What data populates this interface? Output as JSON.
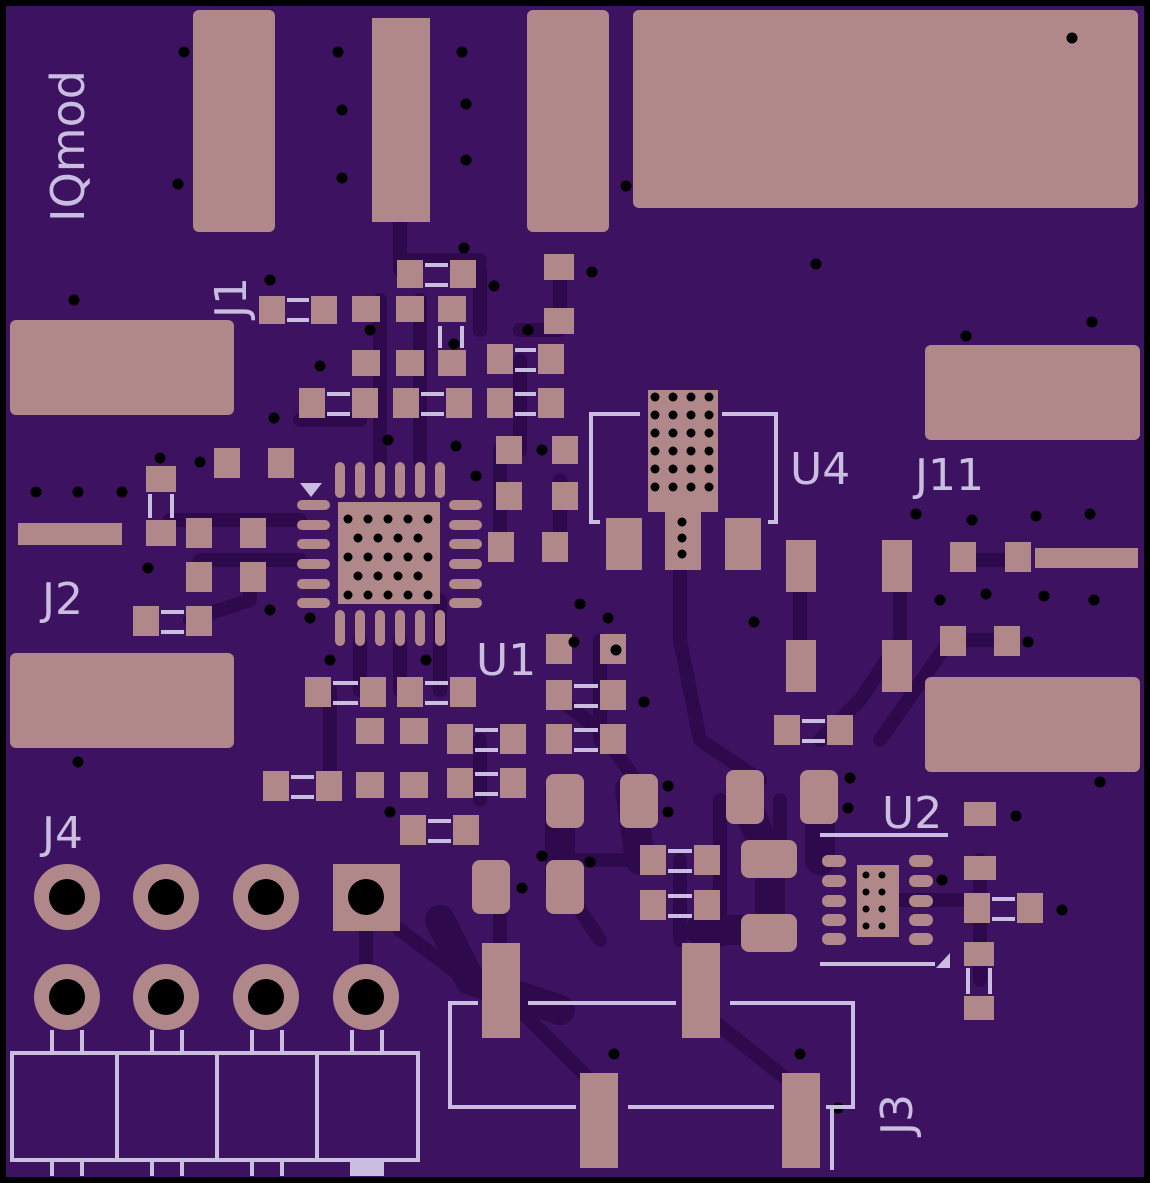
{
  "board": {
    "title": "IQmod",
    "colors": {
      "substrate": "#3d1260",
      "copper": "#2e0a4c",
      "pad": "#b0888a",
      "silk": "#c9bde0",
      "outline": "#000000"
    }
  },
  "labels": {
    "j1": "J1",
    "j2": "J2",
    "j3": "J3",
    "j4": "J4",
    "j11": "J11",
    "u1": "U1",
    "u2": "U2",
    "u4": "U4"
  }
}
